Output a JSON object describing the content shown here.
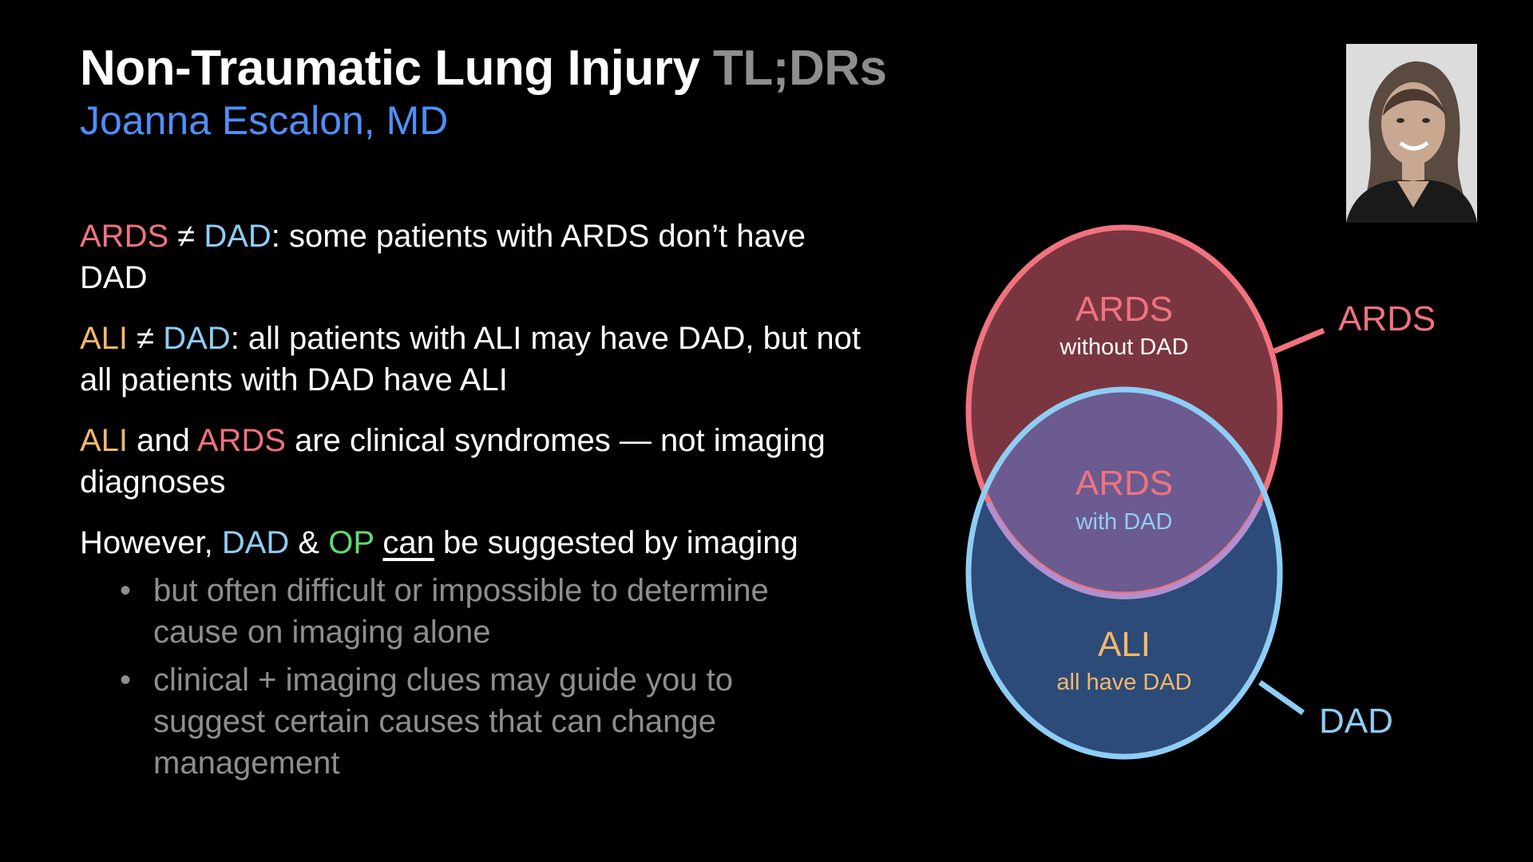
{
  "header": {
    "title_main": "Non-Traumatic Lung Injury",
    "title_suffix": "TL;DRs",
    "author": "Joanna Escalon, MD"
  },
  "colors": {
    "ards": "#f0737f",
    "dad": "#8fcdf5",
    "ali": "#f5b86a",
    "op": "#5fdc6b",
    "author": "#4f8ef7",
    "muted": "#8e8e8e"
  },
  "points": {
    "p1": {
      "ards": "ARDS",
      "neq": " ≠ ",
      "dad": "DAD",
      "rest": ": some patients with ARDS don’t have DAD"
    },
    "p2": {
      "ali": "ALI",
      "neq": " ≠ ",
      "dad": "DAD",
      "rest": ": all patients with ALI may have DAD, but not all patients with DAD have ALI"
    },
    "p3": {
      "ali": "ALI",
      "and": " and ",
      "ards": "ARDS",
      "rest": " are clinical syndromes — not imaging diagnoses"
    },
    "p4": {
      "pre": "However, ",
      "dad": "DAD",
      "amp": " & ",
      "op": "OP",
      "space": " ",
      "can": "can",
      "rest": " be suggested by imaging"
    },
    "bullets": [
      "but often difficult or impossible to determine cause on imaging alone",
      "clinical + imaging clues may guide you to suggest certain causes that can change management"
    ]
  },
  "venn": {
    "ards_only_title": "ARDS",
    "ards_only_sub": "without DAD",
    "overlap_title": "ARDS",
    "overlap_sub": "with DAD",
    "ali_title": "ALI",
    "ali_sub": "all have DAD",
    "ards_label": "ARDS",
    "dad_label": "DAD"
  }
}
